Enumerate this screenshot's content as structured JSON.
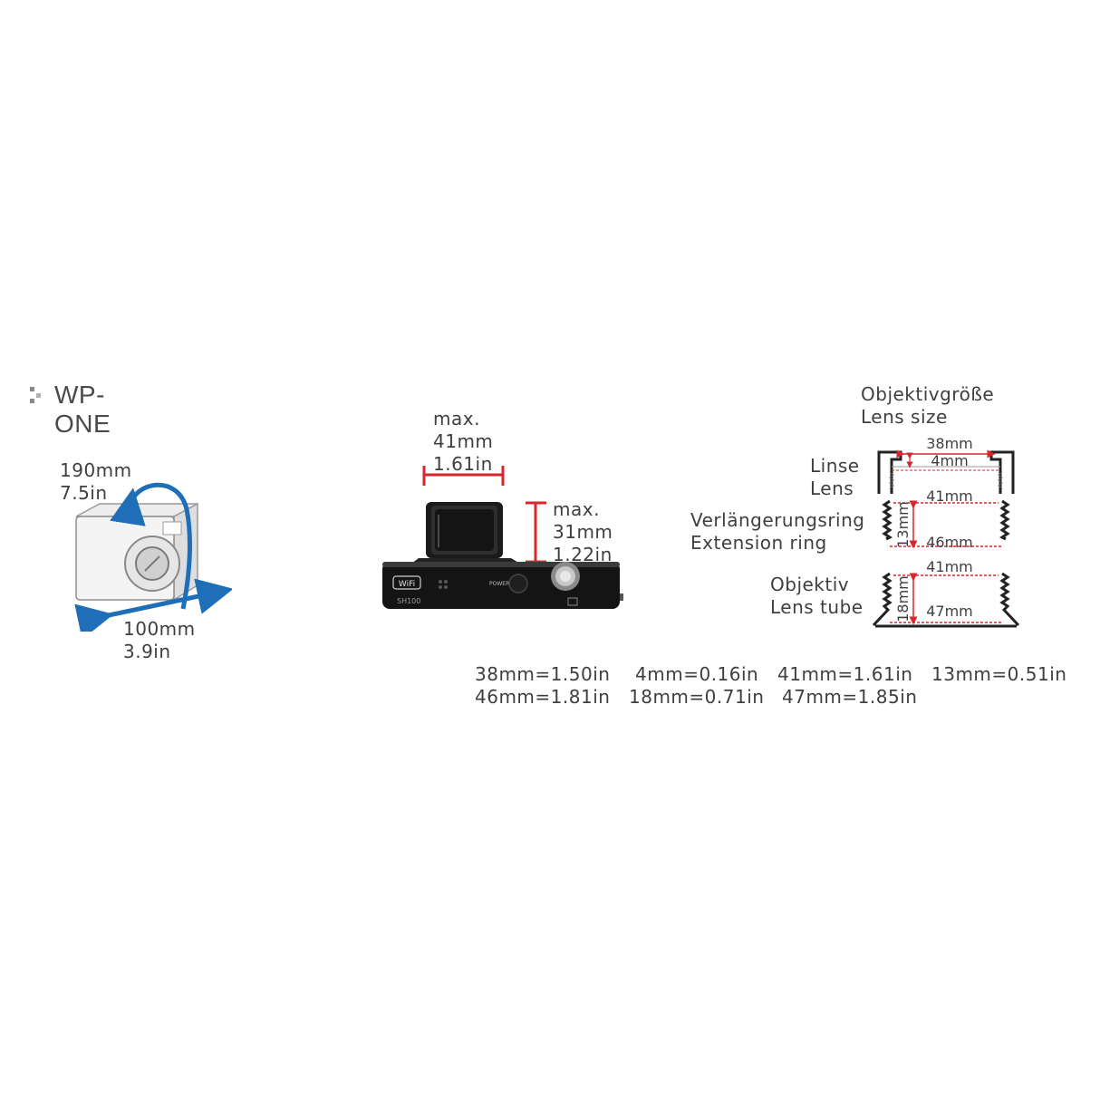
{
  "header": {
    "title": "WP-ONE",
    "marker_icon": "square-dots-icon"
  },
  "housing": {
    "girth_mm": "190mm",
    "girth_in": "7.5in",
    "width_mm": "100mm",
    "width_in": "3.9in",
    "accent_color": "#1e6fb8"
  },
  "camera": {
    "lens_width": {
      "prefix": "max.",
      "mm": "41mm",
      "in": "1.61in"
    },
    "lens_height": {
      "prefix": "max.",
      "mm": "31mm",
      "in": "1.22in"
    },
    "wifi_label": "WiFi",
    "power_label": "POWER",
    "model_label": "SH100",
    "marker_color": "#d8262c"
  },
  "lens_size": {
    "heading_de": "Objektivgröße",
    "heading_en": "Lens size",
    "lens_de": "Linse",
    "lens_en": "Lens",
    "ring_de": "Verlängerungsring",
    "ring_en": "Extension ring",
    "tube_de": "Objektiv",
    "tube_en": "Lens tube",
    "dims": {
      "lens_outer": "38mm",
      "lens_inner": "4mm",
      "ring_top": "41mm",
      "ring_height": "13mm",
      "ring_bottom": "46mm",
      "tube_top": "41mm",
      "tube_height": "18mm",
      "tube_bottom": "47mm"
    }
  },
  "conversions": [
    [
      "38mm=1.50in",
      "4mm=0.16in",
      "41mm=1.61in",
      "13mm=0.51in"
    ],
    [
      "46mm=1.81in",
      "18mm=0.71in",
      "47mm=1.85in"
    ]
  ]
}
